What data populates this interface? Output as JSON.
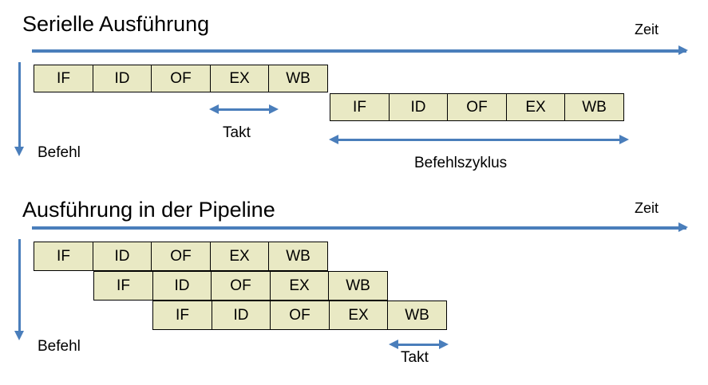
{
  "slide": {
    "background_color": "#FFFFFF",
    "accent_color": "#4A7EBB",
    "box_fill_color": "#E9E9C4",
    "box_border_color": "#000000",
    "text_color": "#000000"
  },
  "sections": [
    {
      "id": "serial",
      "title": "Serielle Ausführung",
      "time_axis_label": "Zeit",
      "instruction_axis_label": "Befehl",
      "rows": [
        {
          "stages": [
            "IF",
            "ID",
            "OF",
            "EX",
            "WB"
          ]
        },
        {
          "stages": [
            "IF",
            "ID",
            "OF",
            "EX",
            "WB"
          ]
        }
      ],
      "annotations": [
        {
          "name": "takt",
          "label": "Takt"
        },
        {
          "name": "befehlszyklus",
          "label": "Befehlszyklus"
        }
      ]
    },
    {
      "id": "pipeline",
      "title": "Ausführung in der Pipeline",
      "time_axis_label": "Zeit",
      "instruction_axis_label": "Befehl",
      "rows": [
        {
          "stages": [
            "IF",
            "ID",
            "OF",
            "EX",
            "WB"
          ]
        },
        {
          "stages": [
            "IF",
            "ID",
            "OF",
            "EX",
            "WB"
          ]
        },
        {
          "stages": [
            "IF",
            "ID",
            "OF",
            "EX",
            "WB"
          ]
        }
      ],
      "annotations": [
        {
          "name": "takt",
          "label": "Takt"
        }
      ]
    }
  ]
}
